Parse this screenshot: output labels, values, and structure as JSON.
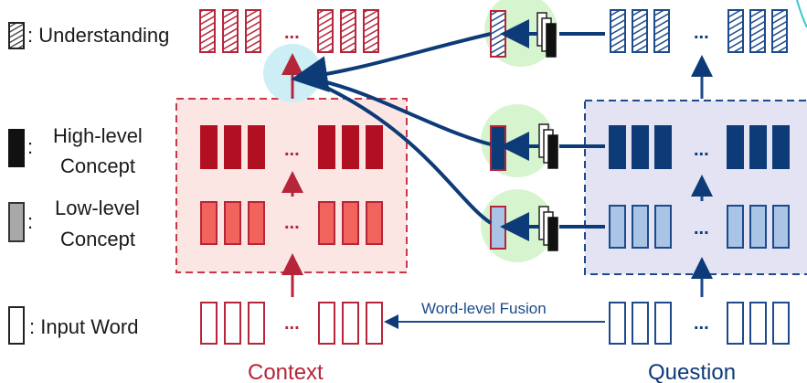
{
  "legend": {
    "understanding": ": Understanding",
    "high_level_line1": "High-level",
    "high_level_line2": "Concept",
    "low_level_line1": "Low-level",
    "low_level_line2": "Concept",
    "input_word": ": Input Word",
    "colon": ":"
  },
  "labels": {
    "context": "Context",
    "question": "Question",
    "word_level_fusion": "Word-level Fusion",
    "ellipsis": "..."
  },
  "colors": {
    "context_accent": "#b5263a",
    "question_accent": "#0d3b78",
    "context_box_fill": "#fbe6e4",
    "question_box_fill": "#e3e3f4",
    "fusion_circle": "#d6f5cf",
    "attention_circle": "#cdeef5"
  }
}
